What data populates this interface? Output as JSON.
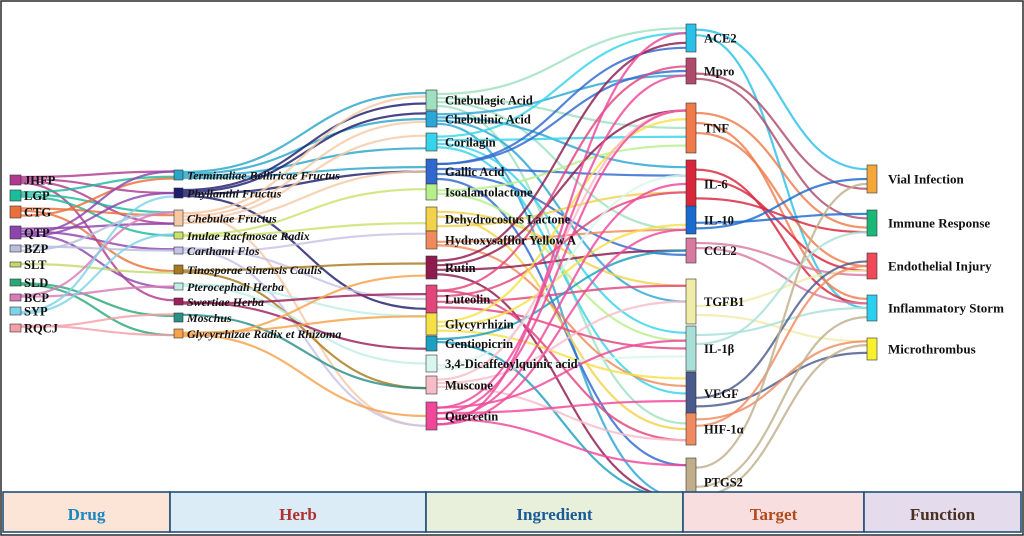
{
  "colors": {
    "border": "#2a2a2a",
    "band_stroke": "#1f4e79"
  },
  "columns": {
    "drug": [
      {
        "label": "JHFP",
        "color": "#b03a8f"
      },
      {
        "label": "LGP",
        "color": "#1abc9c"
      },
      {
        "label": "CTG",
        "color": "#e8703a"
      },
      {
        "label": "QTP",
        "color": "#8e44ad"
      },
      {
        "label": "BZP",
        "color": "#b8bedc"
      },
      {
        "label": "SLT",
        "color": "#c6d86a"
      },
      {
        "label": "SLD",
        "color": "#2aa876"
      },
      {
        "label": "BCP",
        "color": "#d87bb8"
      },
      {
        "label": "SYP",
        "color": "#7fd3e8"
      },
      {
        "label": "RQCJ",
        "color": "#f2a0a8"
      }
    ],
    "herb": [
      {
        "label": "Terminaliae Belliricae Fructus",
        "color": "#2aa6c8"
      },
      {
        "label": "Phyllanthi Fructus",
        "color": "#1d1d6e"
      },
      {
        "label": "Chebulae Fructus",
        "color": "#f5c9a6"
      },
      {
        "label": "Inulae Racfmosae Radix",
        "color": "#c9e36a"
      },
      {
        "label": "Carthami Flos",
        "color": "#c7c3e6"
      },
      {
        "label": "Tinosporae Sinensis Caulis",
        "color": "#a8791e"
      },
      {
        "label": "Pterocephali Herba",
        "color": "#bfeee6"
      },
      {
        "label": "Swertiae Herba",
        "color": "#9c1e5a"
      },
      {
        "label": "Moschus",
        "color": "#2a8f86"
      },
      {
        "label": "Glycyrrhizae Radix et Rhizoma",
        "color": "#f5a24a"
      }
    ],
    "ingredient": [
      {
        "label": "Chebulagic Acid",
        "color": "#9fe0c0"
      },
      {
        "label": "Chebulinic Acid",
        "color": "#2aa6d8"
      },
      {
        "label": "Corilagin",
        "color": "#35d4ea"
      },
      {
        "label": "Gallic Acid",
        "color": "#3068d0"
      },
      {
        "label": "Isoalantolactone",
        "color": "#b6f08c"
      },
      {
        "label": "Dehydrocostus Lactone",
        "color": "#f2d24a"
      },
      {
        "label": "Hydroxysafflor Yellow A",
        "color": "#f08a5a"
      },
      {
        "label": "Rutin",
        "color": "#8e1a4e"
      },
      {
        "label": "Luteolin",
        "color": "#e2457a"
      },
      {
        "label": "Glycyrrhizin",
        "color": "#f5e046"
      },
      {
        "label": "Gentiopicrin",
        "color": "#1aa0c0"
      },
      {
        "label": "3,4-Dicaffeoylquinic acid",
        "color": "#d8f5ee"
      },
      {
        "label": "Muscone",
        "color": "#f8bcc8"
      },
      {
        "label": "Quercetin",
        "color": "#f0479a"
      }
    ],
    "target": [
      {
        "label": "ACE2",
        "color": "#2ac0e8"
      },
      {
        "label": "Mpro",
        "color": "#b04a6a"
      },
      {
        "label": "TNF",
        "color": "#f07a4a"
      },
      {
        "label": "IL-6",
        "color": "#d8263a"
      },
      {
        "label": "IL-10",
        "color": "#1a6ad0"
      },
      {
        "label": "CCL2",
        "color": "#d87aa0"
      },
      {
        "label": "TGFB1",
        "color": "#f0eca8"
      },
      {
        "label": "IL-1β",
        "color": "#a8e0d8"
      },
      {
        "label": "VEGF",
        "color": "#4a5a8c"
      },
      {
        "label": "HIF-1α",
        "color": "#f08a60"
      },
      {
        "label": "PTGS2",
        "color": "#c0ae8a"
      }
    ],
    "function": [
      {
        "label": "Vial Infection",
        "color": "#f5a83a"
      },
      {
        "label": "Immune Response",
        "color": "#1ab878"
      },
      {
        "label": "Endothelial Injury",
        "color": "#f04a5a"
      },
      {
        "label": "Inflammatory Storm",
        "color": "#2ad0f0"
      },
      {
        "label": "Microthrombus",
        "color": "#f8f02a"
      }
    ]
  },
  "bands": [
    {
      "label": "Drug",
      "fill": "#fce4d6",
      "text_color": "#1a86c0"
    },
    {
      "label": "Herb",
      "fill": "#dcecf6",
      "text_color": "#b03030"
    },
    {
      "label": "Ingredient",
      "fill": "#e8f0dc",
      "text_color": "#1a5a96"
    },
    {
      "label": "Target",
      "fill": "#f8dede",
      "text_color": "#b04a1a"
    },
    {
      "label": "Function",
      "fill": "#e4dcec",
      "text_color": "#4a3020"
    }
  ]
}
